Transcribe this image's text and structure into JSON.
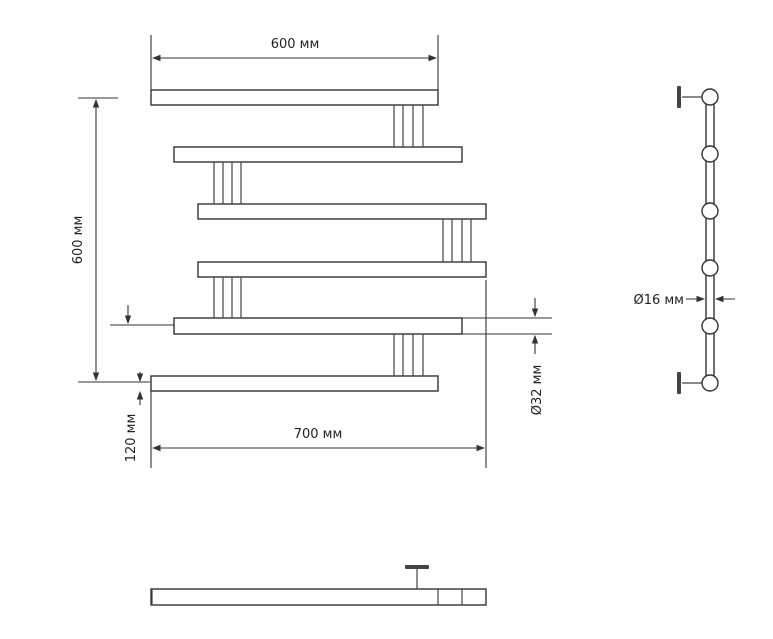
{
  "drawing": {
    "dim_width_top": "600 мм",
    "dim_height": "600 мм",
    "dim_offset": "120 мм",
    "dim_width_bottom": "700 мм",
    "dim_pipe_diameter": "Ø32 мм",
    "dim_rail_diameter": "Ø16 мм"
  },
  "colors": {
    "line": "#333333",
    "background": "#ffffff"
  }
}
